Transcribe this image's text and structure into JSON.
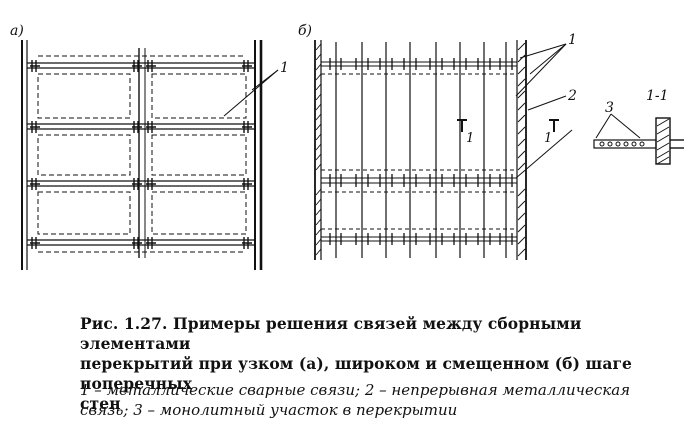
{
  "figure": {
    "panel_a_label": "а)",
    "panel_b_label": "б)",
    "callout_1_a": "1",
    "callout_1_b": "1",
    "callout_2": "2",
    "callout_3": "3",
    "section_label": "1-1",
    "section_mark_left": "1",
    "section_mark_right": "1"
  },
  "caption": {
    "line1": "Рис. 1.27. Примеры решения связей между сборными элементами",
    "line2": "перекрытий при узком (а), широком и смещенном (б) шаге поперечных",
    "line3": "стен"
  },
  "legend": {
    "line1": "1 – металлические сварные связи; 2 – непрерывная металлическая",
    "line2": "связь; 3 – монолитный участок в перекрытии"
  }
}
